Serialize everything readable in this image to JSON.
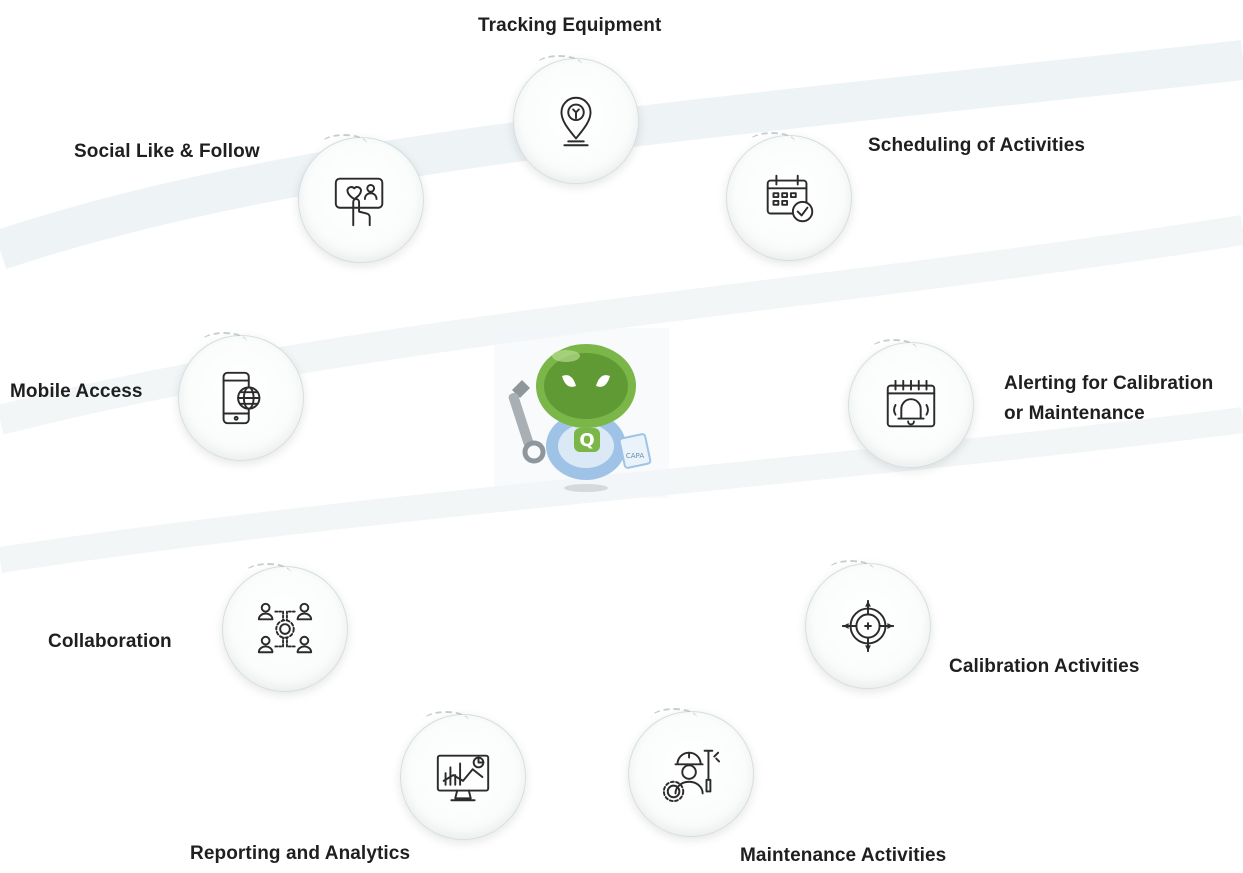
{
  "features": {
    "tracking": {
      "label": "Tracking Equipment",
      "icon": "location-pin-wrench-icon"
    },
    "scheduling": {
      "label": "Scheduling of Activities",
      "icon": "calendar-check-icon"
    },
    "social": {
      "label": "Social Like & Follow",
      "icon": "social-like-follow-icon"
    },
    "mobile": {
      "label": "Mobile Access",
      "icon": "mobile-globe-icon"
    },
    "alerting": {
      "line1": "Alerting for Calibration",
      "line2": "or Maintenance",
      "icon": "calendar-bell-icon"
    },
    "collaboration": {
      "label": "Collaboration",
      "icon": "people-network-gear-icon"
    },
    "calibration": {
      "label": "Calibration Activities",
      "icon": "target-crosshair-icon"
    },
    "reporting": {
      "label": "Reporting and Analytics",
      "icon": "monitor-chart-icon"
    },
    "maintenance": {
      "label": "Maintenance Activities",
      "icon": "worker-tools-gear-icon"
    }
  },
  "mascot": {
    "badge_letter": "Q",
    "tag_text": "CAPA",
    "icon": "robot-mascot-icon"
  },
  "colors": {
    "robot_green": "#7ab648",
    "robot_blue": "#9fc3e6",
    "icon_stroke": "#2b2b2b",
    "label_text": "#1f1f1f"
  }
}
